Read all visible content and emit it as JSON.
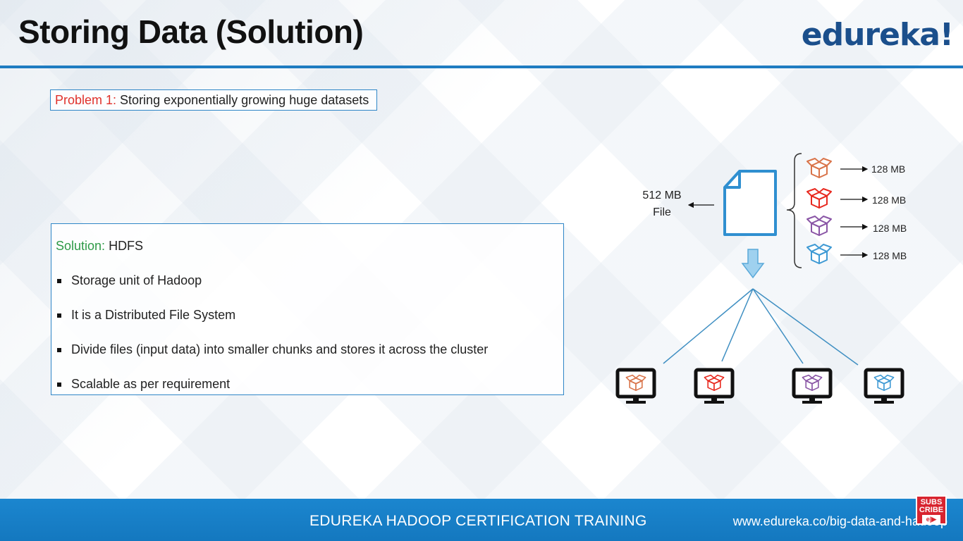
{
  "header": {
    "title": "Storing Data (Solution)",
    "logo": "edureka!"
  },
  "problem": {
    "lead": "Problem 1:",
    "text": " Storing exponentially growing huge datasets"
  },
  "solution": {
    "lead": "Solution:",
    "text": " HDFS",
    "bullets": [
      "Storage unit of Hadoop",
      "It is a Distributed File System",
      "Divide files (input data) into smaller chunks and stores it across the cluster",
      "Scalable as per requirement"
    ]
  },
  "diagram": {
    "file_label_line1": "512 MB",
    "file_label_line2": "File",
    "chunks": [
      {
        "label": "128 MB",
        "color": "#d9744a"
      },
      {
        "label": "128 MB",
        "color": "#e8291f"
      },
      {
        "label": "128 MB",
        "color": "#8a56a6"
      },
      {
        "label": "128 MB",
        "color": "#3f9ad4"
      }
    ],
    "file_color": "#2f8fd0",
    "arrow_color": "#8cc6ea"
  },
  "footer": {
    "title": "EDUREKA HADOOP CERTIFICATION TRAINING",
    "url": "www.edureka.co/big-data-and-hadoop"
  },
  "subscribe": {
    "line1": "SUBS",
    "line2": "CRIBE",
    "icon_text": "e|▶"
  }
}
